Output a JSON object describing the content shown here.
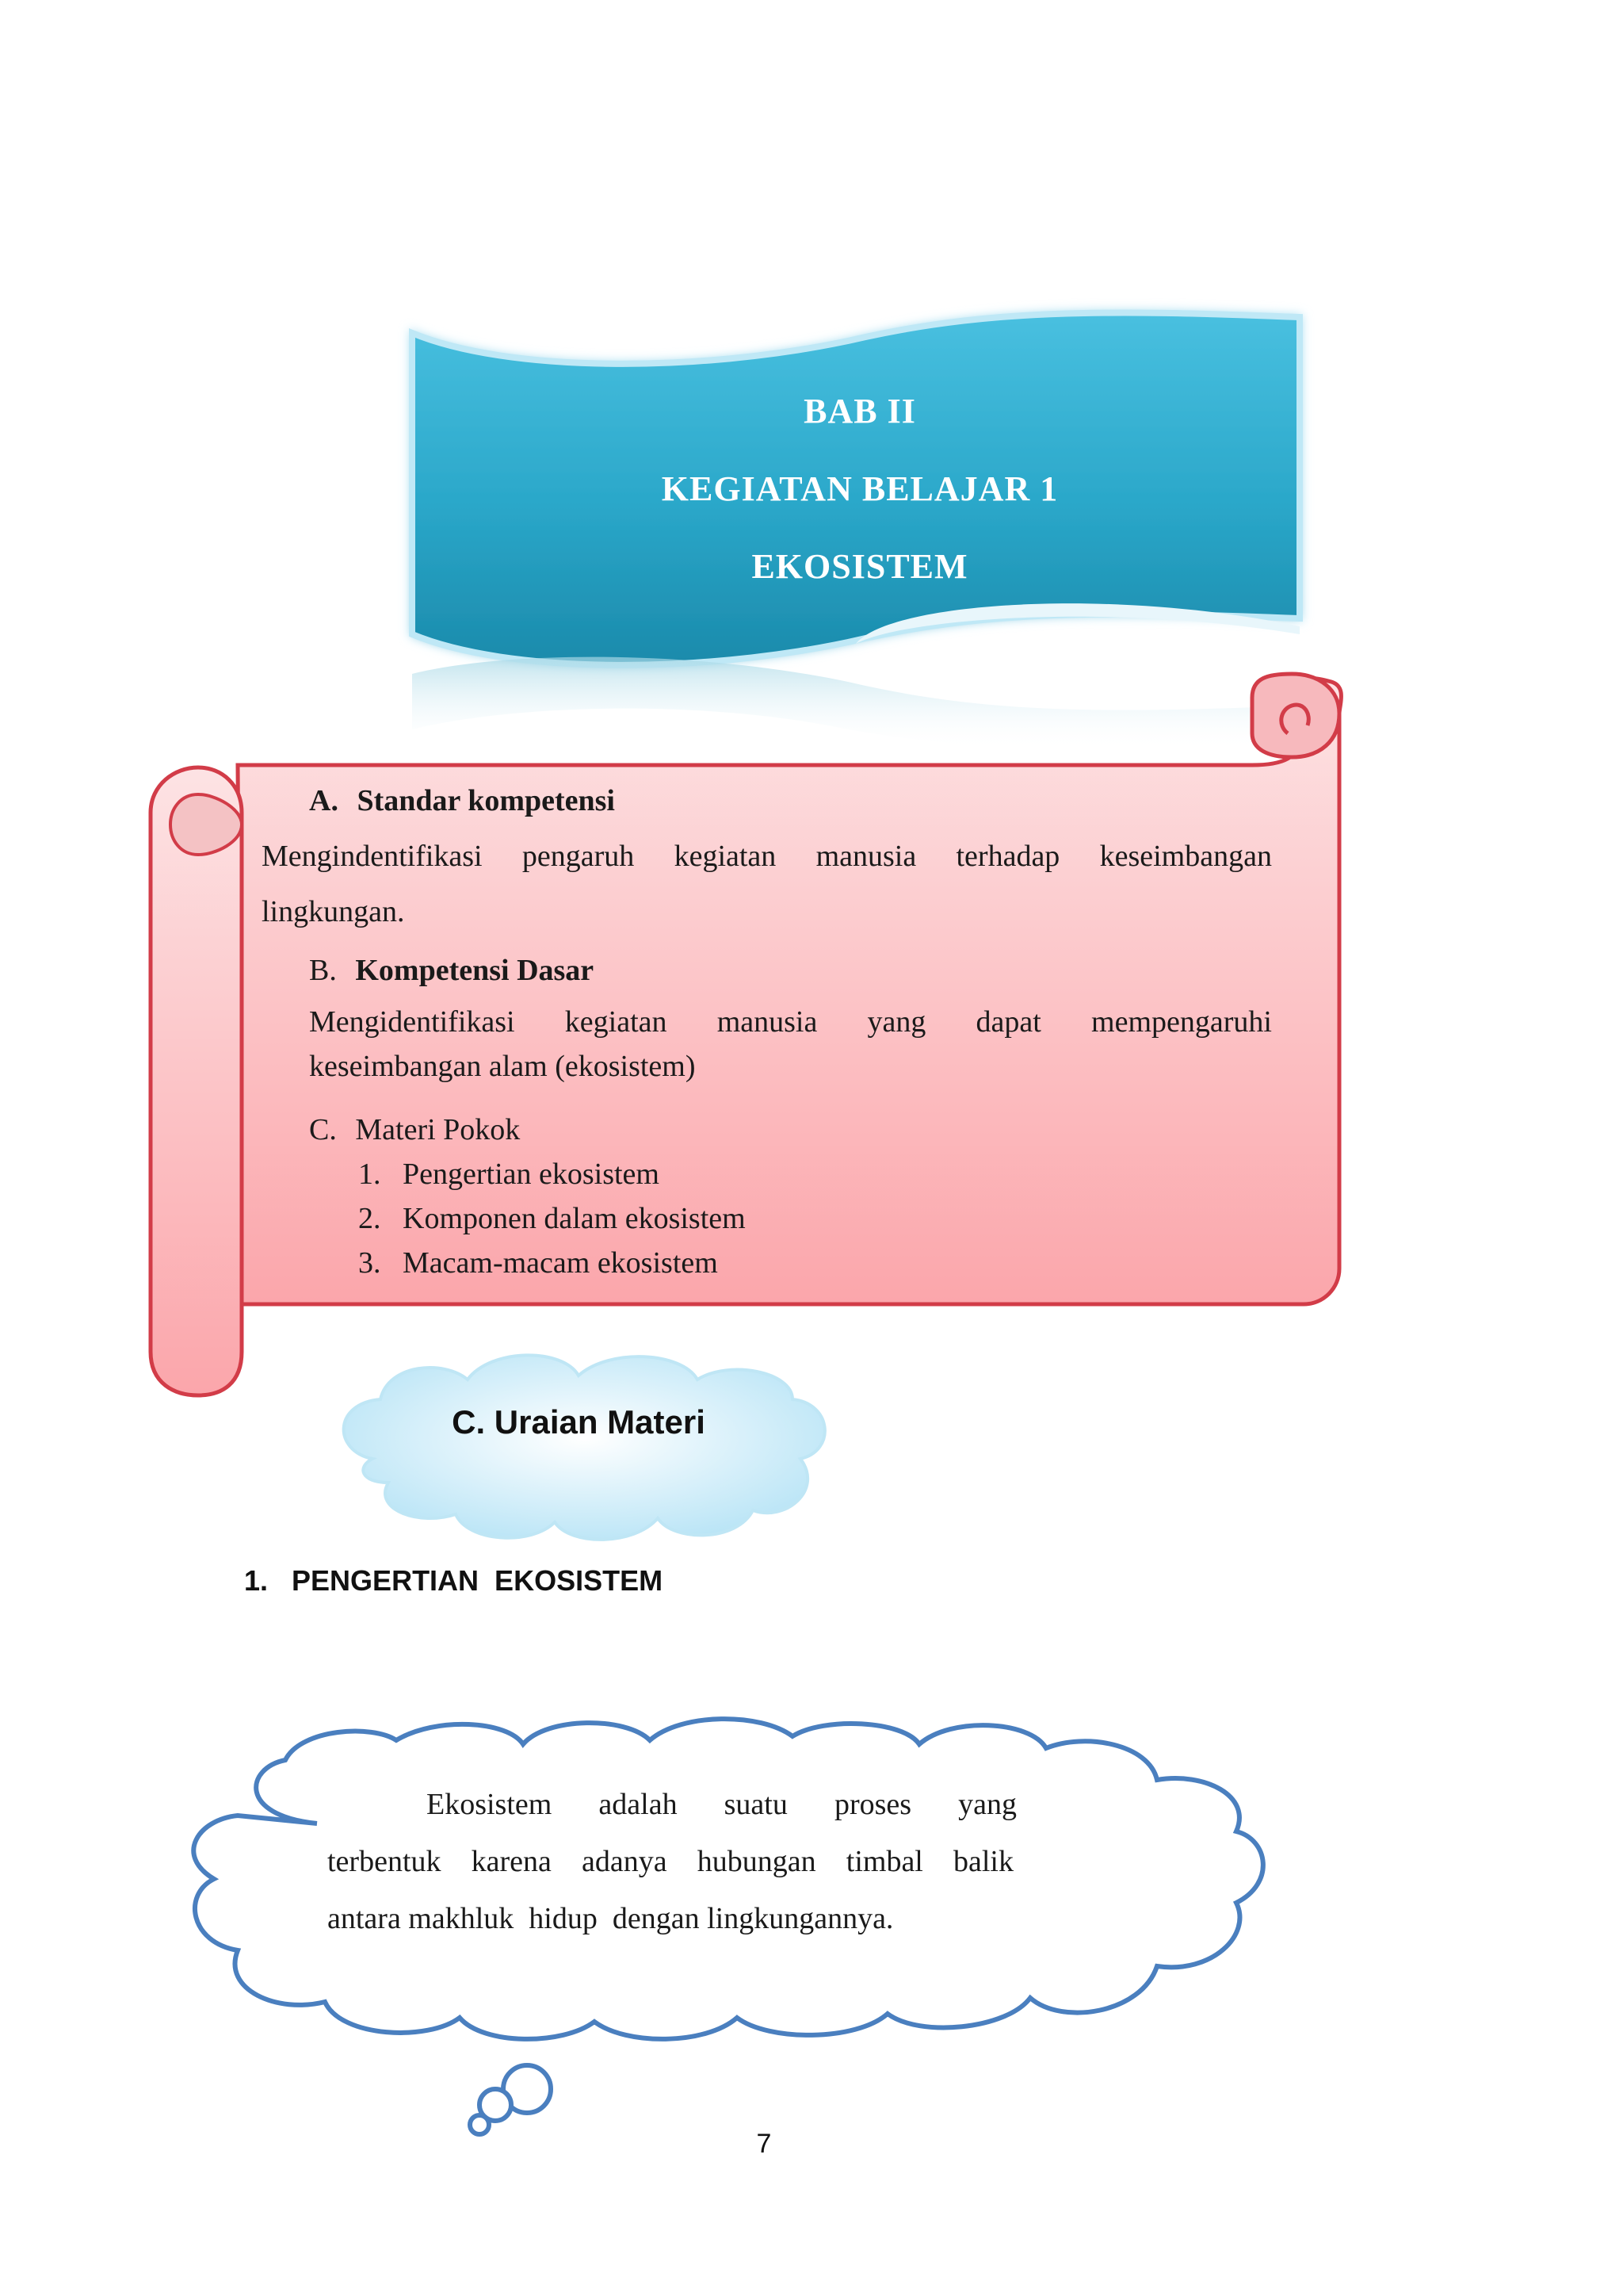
{
  "banner": {
    "line1": "BAB II",
    "line2": "KEGIATAN BELAJAR 1",
    "line3": "EKOSISTEM"
  },
  "scroll": {
    "section_a": {
      "marker": "A.",
      "title": "Standar kompetensi",
      "body_words": [
        "Mengindentifikasi",
        "pengaruh",
        "kegiatan",
        "manusia",
        "terhadap",
        "keseimbangan"
      ],
      "body_last": "lingkungan."
    },
    "section_b": {
      "marker": "B.",
      "title": "Kompetensi Dasar",
      "body_words": [
        "Mengidentifikasi",
        "kegiatan",
        "manusia",
        "yang",
        "dapat",
        "mempengaruhi"
      ],
      "body_last": "keseimbangan  alam (ekosistem)"
    },
    "section_c": {
      "marker": "C.",
      "title": "Materi Pokok",
      "items": [
        {
          "num": "1.",
          "text": "Pengertian  ekosistem"
        },
        {
          "num": "2.",
          "text": "Komponen dalam ekosistem"
        },
        {
          "num": "3.",
          "text": "Macam-macam  ekosistem"
        }
      ]
    }
  },
  "uraian_label": "C. Uraian Materi",
  "section_heading": "1.   PENGERTIAN  EKOSISTEM",
  "definition": {
    "line1_words": [
      "Ekosistem",
      "adalah",
      "suatu",
      "proses",
      "yang"
    ],
    "line2_words": [
      "terbentuk",
      "karena",
      "adanya",
      "hubungan",
      "timbal",
      "balik"
    ],
    "line3": "antara makhluk  hidup  dengan lingkungannya."
  },
  "page_number": "7",
  "colors": {
    "banner_blue": "#2aa7c9",
    "scroll_pink": "#f9a3a8",
    "cloud_blue": "#c9ebf9",
    "cloud_outline": "#4a7fbf"
  }
}
